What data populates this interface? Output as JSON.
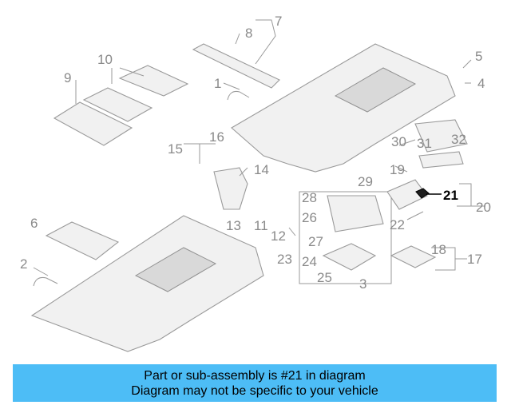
{
  "diagram": {
    "callouts": [
      "1",
      "2",
      "3",
      "4",
      "5",
      "6",
      "7",
      "8",
      "9",
      "10",
      "11",
      "12",
      "13",
      "14",
      "15",
      "16",
      "17",
      "18",
      "19",
      "20",
      "21",
      "22",
      "23",
      "24",
      "25",
      "26",
      "27",
      "28",
      "29",
      "30",
      "31",
      "32"
    ],
    "highlighted_part": "21",
    "colors": {
      "banner": "#4dbdf6",
      "part_stroke": "#9a9a9a",
      "highlight": "#000000"
    }
  },
  "banner": {
    "line1": "Part or sub-assembly is #21 in diagram",
    "line2": "Diagram may not be specific to your vehicle"
  }
}
